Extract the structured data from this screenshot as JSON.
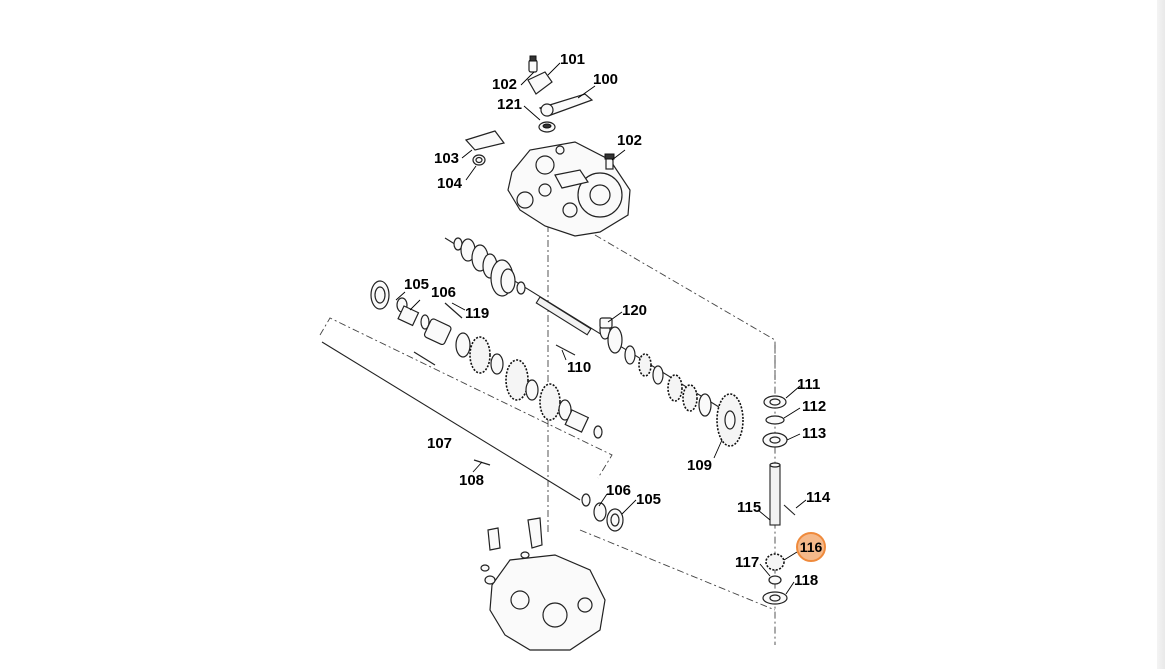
{
  "diagram": {
    "labels": {
      "l100": "100",
      "l101": "101",
      "l102a": "102",
      "l102b": "102",
      "l103": "103",
      "l104": "104",
      "l105a": "105",
      "l105b": "105",
      "l106a": "106",
      "l106b": "106",
      "l107": "107",
      "l108": "108",
      "l109": "109",
      "l110": "110",
      "l111": "111",
      "l112": "112",
      "l113": "113",
      "l114": "114",
      "l115": "115",
      "l116": "116",
      "l117": "117",
      "l118": "118",
      "l119": "119",
      "l120": "120",
      "l121": "121"
    },
    "highlighted_part": "116",
    "highlight_color": "#f5b98a",
    "highlight_border_color": "#ef8a3c"
  }
}
